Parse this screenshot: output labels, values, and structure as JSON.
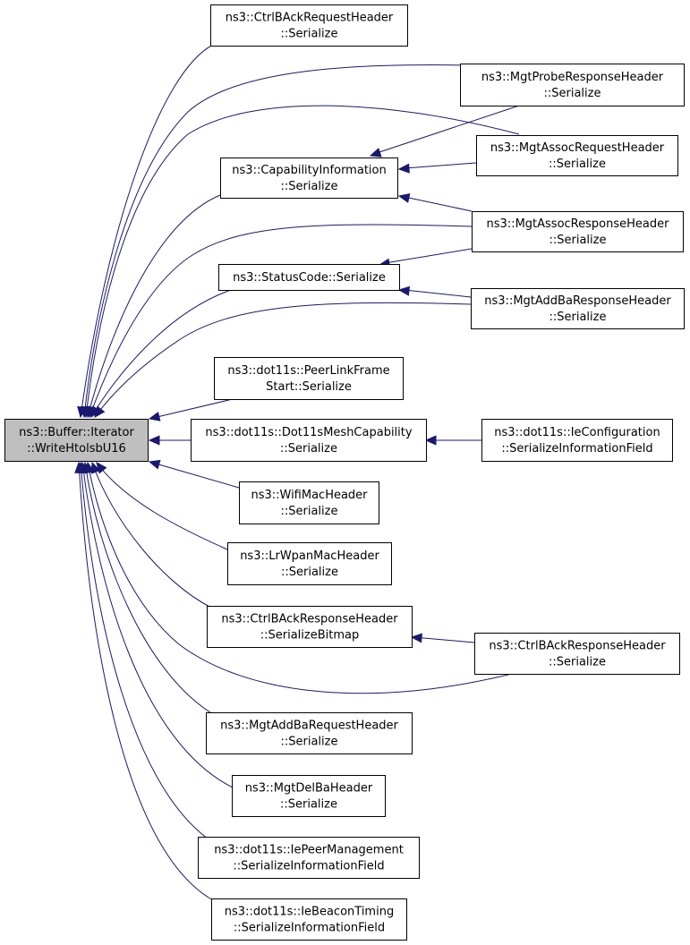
{
  "colors": {
    "edge": "#191970",
    "node_fill": "#ffffff",
    "root_fill": "#bfbfbf",
    "border": "#000000"
  },
  "nodes": {
    "root": [
      "ns3::Buffer::Iterator",
      "::WriteHtolsbU16"
    ],
    "ctrl_back_request_serialize": [
      "ns3::CtrlBAckRequestHeader",
      "::Serialize"
    ],
    "mgt_probe_response_serialize": [
      "ns3::MgtProbeResponseHeader",
      "::Serialize"
    ],
    "capability_information_serialize": [
      "ns3::CapabilityInformation",
      "::Serialize"
    ],
    "mgt_assoc_request_serialize": [
      "ns3::MgtAssocRequestHeader",
      "::Serialize"
    ],
    "mgt_assoc_response_serialize": [
      "ns3::MgtAssocResponseHeader",
      "::Serialize"
    ],
    "status_code_serialize": [
      "ns3::StatusCode::Serialize"
    ],
    "mgt_addba_response_serialize": [
      "ns3::MgtAddBaResponseHeader",
      "::Serialize"
    ],
    "peer_link_frame_start_serialize": [
      "ns3::dot11s::PeerLinkFrame",
      "Start::Serialize"
    ],
    "dot11s_mesh_capability_serialize": [
      "ns3::dot11s::Dot11sMeshCapability",
      "::Serialize"
    ],
    "ie_configuration_serialize_field": [
      "ns3::dot11s::IeConfiguration",
      "::SerializeInformationField"
    ],
    "wifi_mac_header_serialize": [
      "ns3::WifiMacHeader",
      "::Serialize"
    ],
    "lrwpan_mac_header_serialize": [
      "ns3::LrWpanMacHeader",
      "::Serialize"
    ],
    "ctrl_back_response_serialize_bitmap": [
      "ns3::CtrlBAckResponseHeader",
      "::SerializeBitmap"
    ],
    "ctrl_back_response_serialize": [
      "ns3::CtrlBAckResponseHeader",
      "::Serialize"
    ],
    "mgt_addba_request_serialize": [
      "ns3::MgtAddBaRequestHeader",
      "::Serialize"
    ],
    "mgt_delba_serialize": [
      "ns3::MgtDelBaHeader",
      "::Serialize"
    ],
    "ie_peer_management_serialize_field": [
      "ns3::dot11s::IePeerManagement",
      "::SerializeInformationField"
    ],
    "ie_beacon_timing_serialize_field": [
      "ns3::dot11s::IeBeaconTiming",
      "::SerializeInformationField"
    ]
  },
  "edges": [
    [
      "ctrl_back_request_serialize",
      "root"
    ],
    [
      "mgt_probe_response_serialize",
      "root"
    ],
    [
      "mgt_probe_response_serialize",
      "capability_information_serialize"
    ],
    [
      "capability_information_serialize",
      "root"
    ],
    [
      "mgt_assoc_request_serialize",
      "root"
    ],
    [
      "mgt_assoc_request_serialize",
      "capability_information_serialize"
    ],
    [
      "mgt_assoc_response_serialize",
      "root"
    ],
    [
      "mgt_assoc_response_serialize",
      "capability_information_serialize"
    ],
    [
      "mgt_assoc_response_serialize",
      "status_code_serialize"
    ],
    [
      "status_code_serialize",
      "root"
    ],
    [
      "mgt_addba_response_serialize",
      "root"
    ],
    [
      "mgt_addba_response_serialize",
      "status_code_serialize"
    ],
    [
      "peer_link_frame_start_serialize",
      "root"
    ],
    [
      "dot11s_mesh_capability_serialize",
      "root"
    ],
    [
      "ie_configuration_serialize_field",
      "dot11s_mesh_capability_serialize"
    ],
    [
      "wifi_mac_header_serialize",
      "root"
    ],
    [
      "lrwpan_mac_header_serialize",
      "root"
    ],
    [
      "ctrl_back_response_serialize_bitmap",
      "root"
    ],
    [
      "ctrl_back_response_serialize",
      "root"
    ],
    [
      "ctrl_back_response_serialize",
      "ctrl_back_response_serialize_bitmap"
    ],
    [
      "mgt_addba_request_serialize",
      "root"
    ],
    [
      "mgt_delba_serialize",
      "root"
    ],
    [
      "ie_peer_management_serialize_field",
      "root"
    ],
    [
      "ie_beacon_timing_serialize_field",
      "root"
    ]
  ]
}
